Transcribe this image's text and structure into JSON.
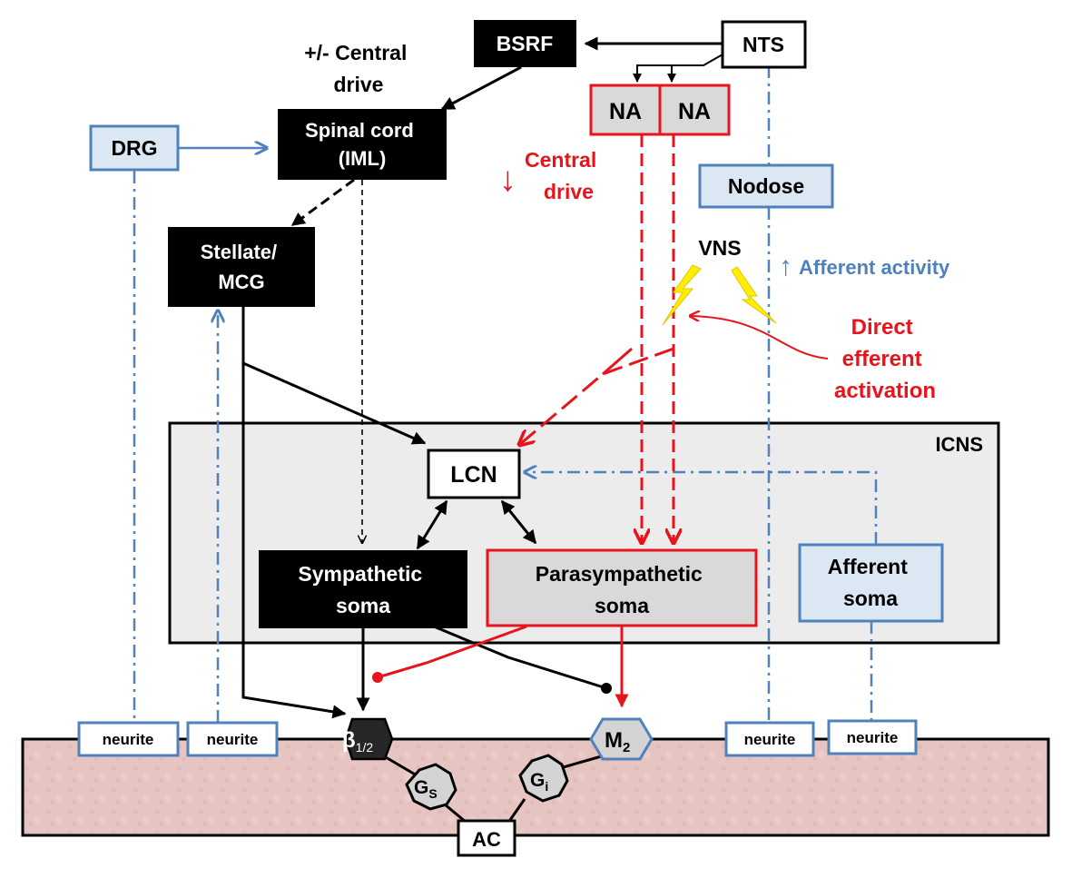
{
  "nodes": {
    "bsrf": "BSRF",
    "nts": "NTS",
    "na_left": "NA",
    "na_right": "NA",
    "drg": "DRG",
    "spinal_cord_line1": "Spinal cord",
    "spinal_cord_line2": "(IML)",
    "nodose": "Nodose",
    "stellate_line1": "Stellate/",
    "stellate_line2": "MCG",
    "icns": "ICNS",
    "lcn": "LCN",
    "sympathetic_line1": "Sympathetic",
    "sympathetic_line2": "soma",
    "parasympathetic_line1": "Parasympathetic",
    "parasympathetic_line2": "soma",
    "afferent_line1": "Afferent",
    "afferent_line2": "soma",
    "neurite_1": "neurite",
    "neurite_2": "neurite",
    "neurite_3": "neurite",
    "neurite_4": "neurite",
    "beta_symbol": "β",
    "beta_sub": "1/2",
    "m2_symbol": "M",
    "m2_sub": "2",
    "gs_symbol": "G",
    "gs_sub": "S",
    "gi_symbol": "G",
    "gi_sub": "i",
    "ac": "AC"
  },
  "annotations": {
    "central_drive_pm_line1": "+/- Central",
    "central_drive_pm_line2": "drive",
    "central_drive_down_arrow": "↓",
    "central_drive_down_line1": "Central",
    "central_drive_down_line2": "drive",
    "vns": "VNS",
    "afferent_activity_arrow": "↑",
    "afferent_activity": "Afferent activity",
    "direct_efferent_line1": "Direct",
    "direct_efferent_line2": "efferent",
    "direct_efferent_line3": "activation"
  },
  "colors": {
    "black": "#000000",
    "red": "#e8141b",
    "blue": "#4f81bd",
    "grey_fill": "#d9d9d9",
    "light_blue_fill": "#dbe8f4",
    "icns_fill": "#ececec",
    "tissue_fill": "#e8c8c6",
    "bolt_yellow": "#ffee00",
    "dark_node": "#262626",
    "node_grey": "#d4d4d4"
  }
}
